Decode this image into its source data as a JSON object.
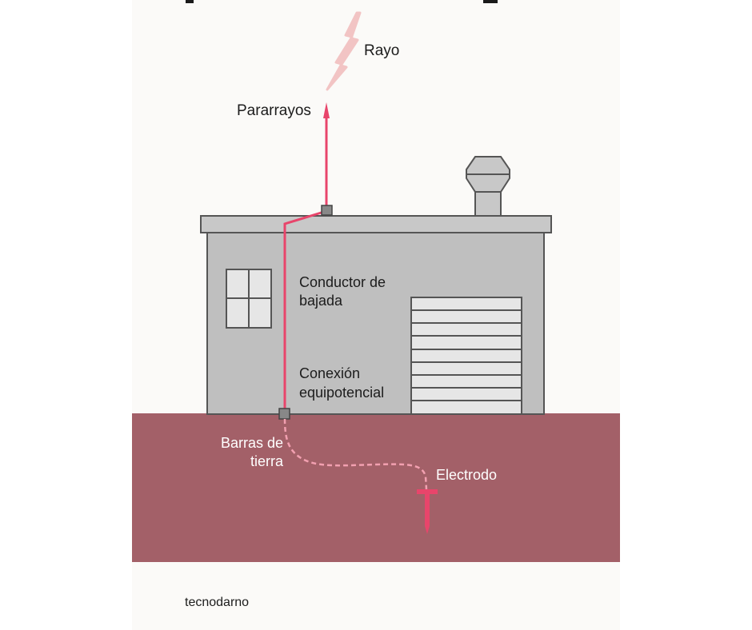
{
  "labels": {
    "rayo": "Rayo",
    "pararrayos": "Pararrayos",
    "conductor_line1": "Conductor de",
    "conductor_line2": "bajada",
    "conexion_line1": "Conexión",
    "conexion_line2": "equipotencial",
    "barras_line1": "Barras de",
    "barras_line2": "tierra",
    "electrodo": "Electrodo"
  },
  "brand": "tecnodarno",
  "colors": {
    "conductor": "#e8456b",
    "lightning": "#f2c4c4",
    "building": "#bfbfbf",
    "outline": "#555555",
    "ground": "#a36068",
    "window": "#e6e6e6"
  }
}
